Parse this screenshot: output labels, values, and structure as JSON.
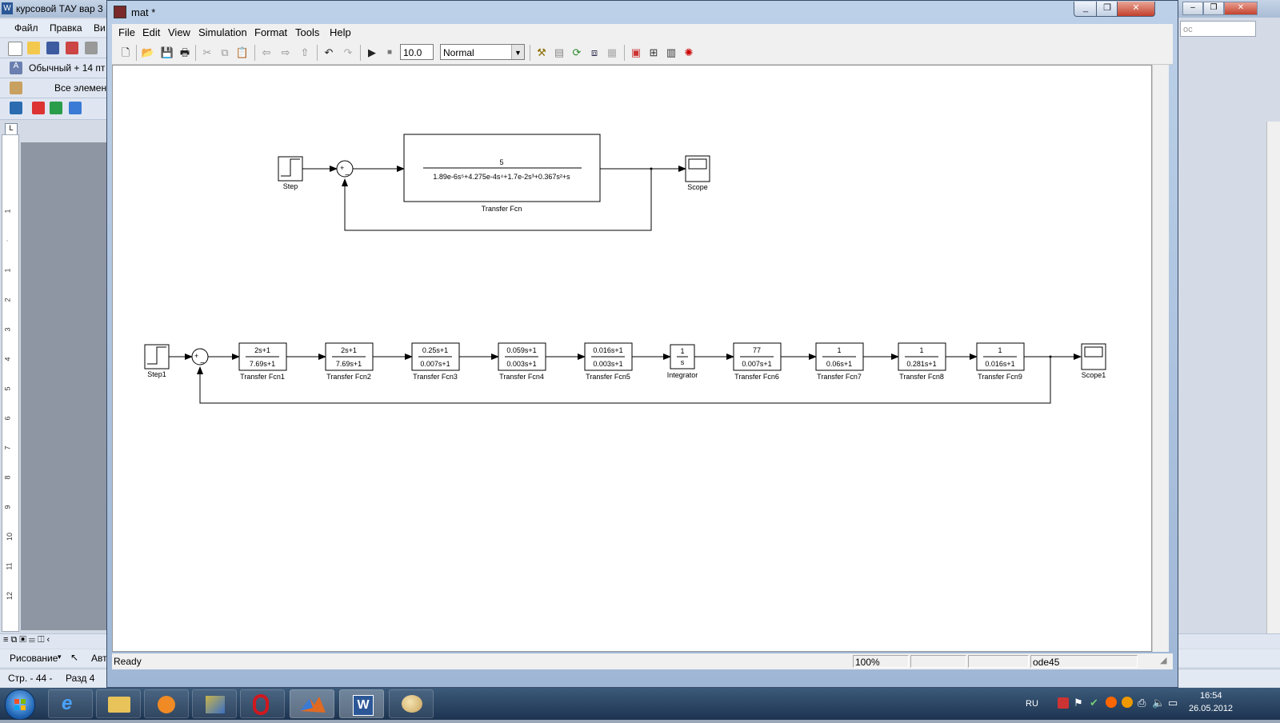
{
  "word": {
    "title": "курсовой ТАУ вар 3",
    "menu": [
      "Файл",
      "Правка",
      "Ви"
    ],
    "style_box": "Обычный + 14 пт",
    "elements_label": "Все элемен",
    "draw_label": "Рисование",
    "auto_label": "Авт",
    "status_page": "Стр.  - 44 -",
    "status_section": "Разд 4",
    "right_search": "ос",
    "ruler_numbers": [
      "1",
      "·",
      "1",
      "2",
      "3",
      "4",
      "5",
      "6",
      "7",
      "8",
      "9",
      "10",
      "11",
      "12"
    ]
  },
  "simulink": {
    "title": "mat *",
    "menu": [
      "File",
      "Edit",
      "View",
      "Simulation",
      "Format",
      "Tools",
      "Help"
    ],
    "stop_time": "10.0",
    "sim_mode": "Normal",
    "status": {
      "left": "Ready",
      "zoom": "100%",
      "solver": "ode45"
    },
    "diagram1": {
      "step_label": "Step",
      "tf_num": "5",
      "tf_den": "1.89e-6s⁵+4.275e-4s⁴+1.7e-2s³+0.367s²+s",
      "tf_label": "Transfer Fcn",
      "scope_label": "Scope"
    },
    "diagram2": {
      "step_label": "Step1",
      "scope_label": "Scope1",
      "blocks": [
        {
          "num": "2s+1",
          "den": "7.69s+1",
          "label": "Transfer Fcn1"
        },
        {
          "num": "2s+1",
          "den": "7.69s+1",
          "label": "Transfer Fcn2"
        },
        {
          "num": "0.25s+1",
          "den": "0.007s+1",
          "label": "Transfer Fcn3"
        },
        {
          "num": "0.059s+1",
          "den": "0.003s+1",
          "label": "Transfer Fcn4"
        },
        {
          "num": "0.016s+1",
          "den": "0.003s+1",
          "label": "Transfer Fcn5"
        },
        {
          "num": "1",
          "den": "s",
          "label": "Integrator"
        },
        {
          "num": "77",
          "den": "0.007s+1",
          "label": "Transfer Fcn6"
        },
        {
          "num": "1",
          "den": "0.06s+1",
          "label": "Transfer Fcn7"
        },
        {
          "num": "1",
          "den": "0.281s+1",
          "label": "Transfer Fcn8"
        },
        {
          "num": "1",
          "den": "0.016s+1",
          "label": "Transfer Fcn9"
        }
      ]
    }
  },
  "taskbar": {
    "lang": "RU",
    "time": "16:54",
    "date": "26.05.2012"
  }
}
